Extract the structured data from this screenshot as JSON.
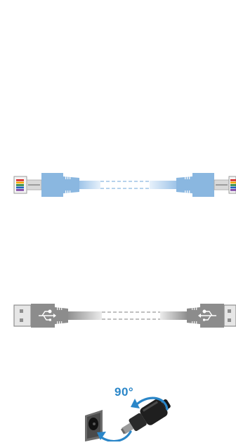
{
  "illustrations": {
    "rj_cable": {
      "name": "rj-modular-cable",
      "boot_color": "#8ab7e0",
      "wire_colors": [
        "#d62828",
        "#f2a900",
        "#2e8b3e",
        "#1f5fbf",
        "#7a3ea0",
        "#222222"
      ]
    },
    "usb_cable": {
      "name": "usb-a-to-a-cable",
      "boot_color": "#8c8c8c",
      "plug_color": "#cfcfcf"
    },
    "dc_plug": {
      "name": "dc-barrel-plug-rotation",
      "angle_label": "90°",
      "arrow_color": "#2a86c8"
    }
  }
}
